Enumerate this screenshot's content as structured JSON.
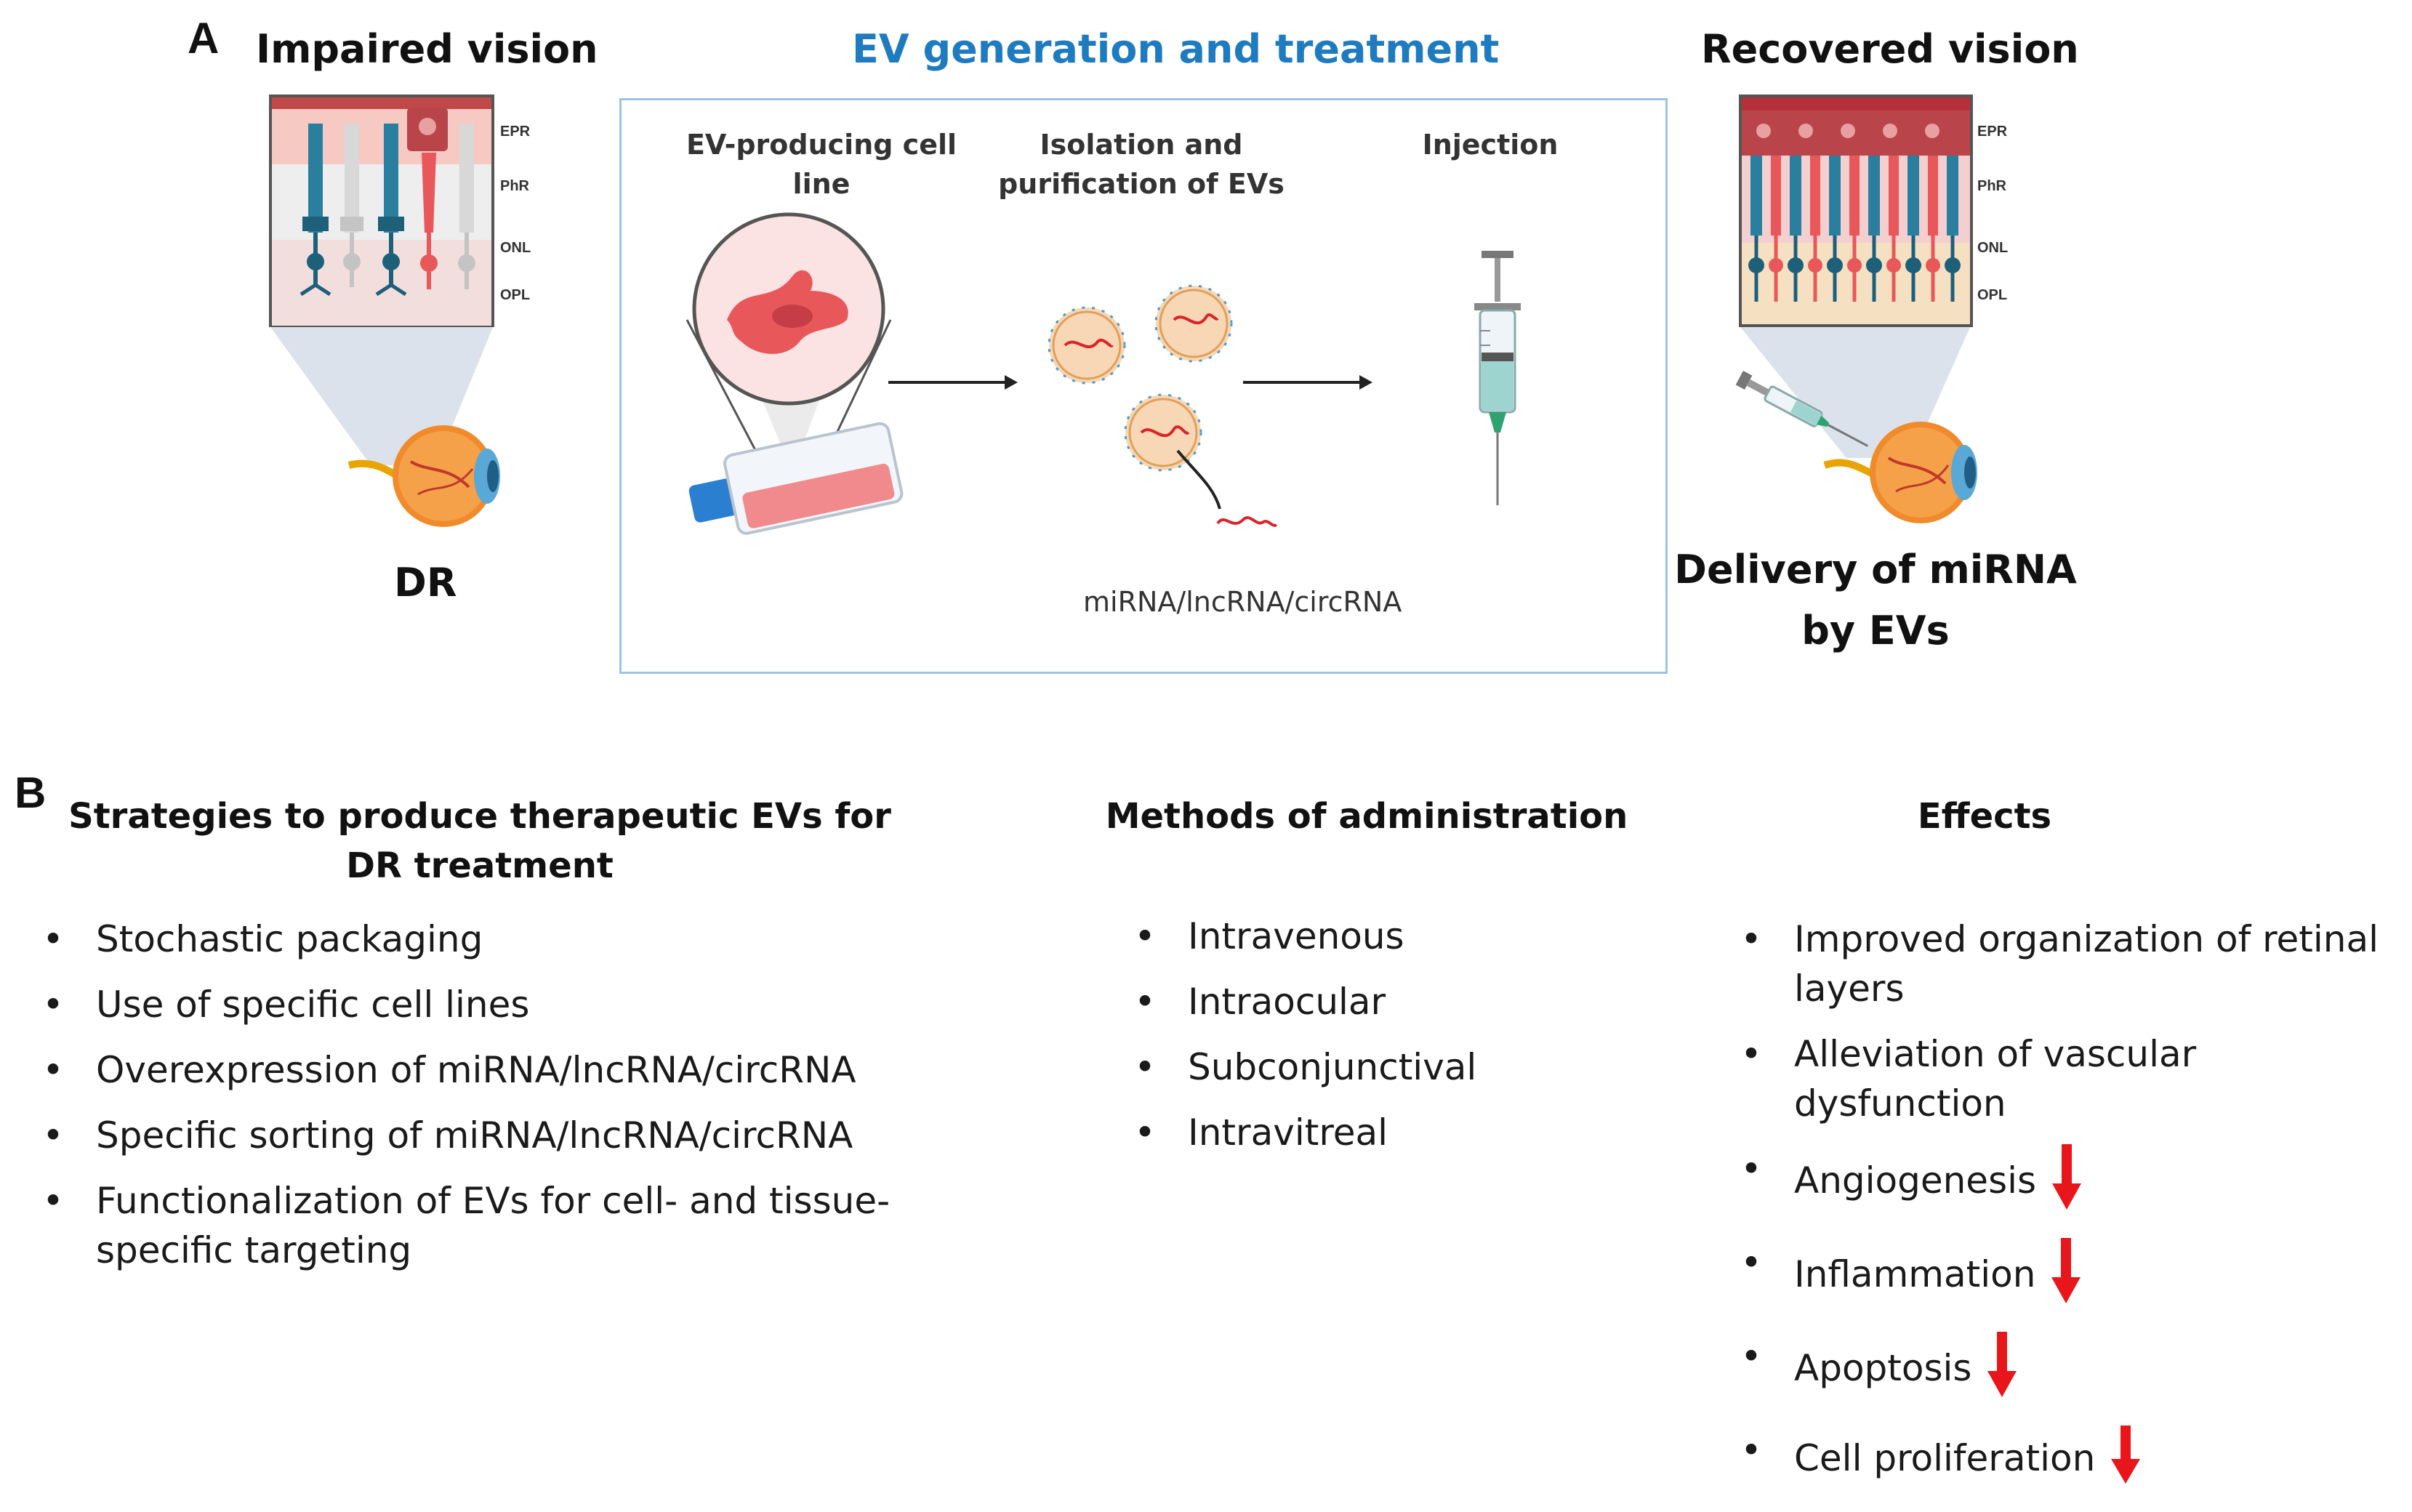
{
  "panel_a": {
    "letter": "A",
    "left_title": "Impaired vision",
    "center_title": "EV generation and treatment",
    "right_title": "Recovered vision",
    "layer_labels": [
      "EPR",
      "PhR",
      "ONL",
      "OPL"
    ],
    "left_caption": "DR",
    "right_caption_line1": "Delivery of miRNA",
    "right_caption_line2": "by EVs",
    "step1_line1": "EV-producing cell",
    "step1_line2": "line",
    "step2_line1": "Isolation and",
    "step2_line2": "purification of EVs",
    "step3": "Injection",
    "rna_label": "miRNA/lncRNA/circRNA",
    "colors": {
      "accent_blue": "#1f7bc0",
      "box_border": "#9ec3e0",
      "cell_red": "#e8585a",
      "cone_blue": "#2a7f9e"
    }
  },
  "panel_b": {
    "letter": "B",
    "strategies": {
      "title_line1": "Strategies to produce therapeutic EVs for",
      "title_line2": "DR treatment",
      "items": [
        "Stochastic packaging",
        "Use of specific cell lines",
        "Overexpression of miRNA/lncRNA/circRNA",
        "Specific sorting of miRNA/lncRNA/circRNA",
        "Functionalization of EVs for cell- and tissue-specific targeting"
      ]
    },
    "methods": {
      "title": "Methods of administration",
      "items": [
        "Intravenous",
        "Intraocular",
        "Subconjunctival",
        "Intravitreal"
      ]
    },
    "effects": {
      "title": "Effects",
      "items": [
        "Improved organization of retinal layers",
        "Alleviation of vascular dysfunction",
        "Angiogenesis",
        "Inflammation",
        "Apoptosis",
        "Cell proliferation"
      ],
      "arrow_color": "#e8161b"
    },
    "bullet": "•"
  }
}
